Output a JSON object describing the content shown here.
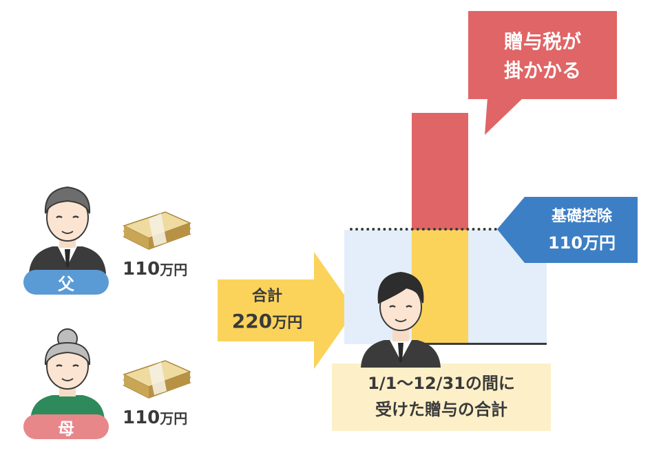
{
  "father": {
    "label": "父",
    "amount": "110",
    "unit": "万円"
  },
  "mother": {
    "label": "母",
    "amount": "110",
    "unit": "万円"
  },
  "total": {
    "label": "合計",
    "amount": "220",
    "unit": "万円"
  },
  "deduction": {
    "label": "基礎控除",
    "amount": "110",
    "unit": "万円"
  },
  "callout": {
    "line1": "贈与税が",
    "line2": "掛かかる"
  },
  "period": {
    "line1": "1/1～12/31の間に",
    "line2": "受けた贈与の合計"
  },
  "colors": {
    "father_pill": "#5b9bd5",
    "mother_pill": "#e8878a",
    "arrow": "#fbd35a",
    "tax": "#e06566",
    "deduction_bar": "#fbd35a",
    "deduction_callout": "#3d7fc4",
    "light_panel": "#e3eefa",
    "period_box": "#fdf0c8"
  },
  "icons": [
    "father-avatar-icon",
    "mother-avatar-icon",
    "money-stack-icon",
    "child-avatar-icon"
  ]
}
